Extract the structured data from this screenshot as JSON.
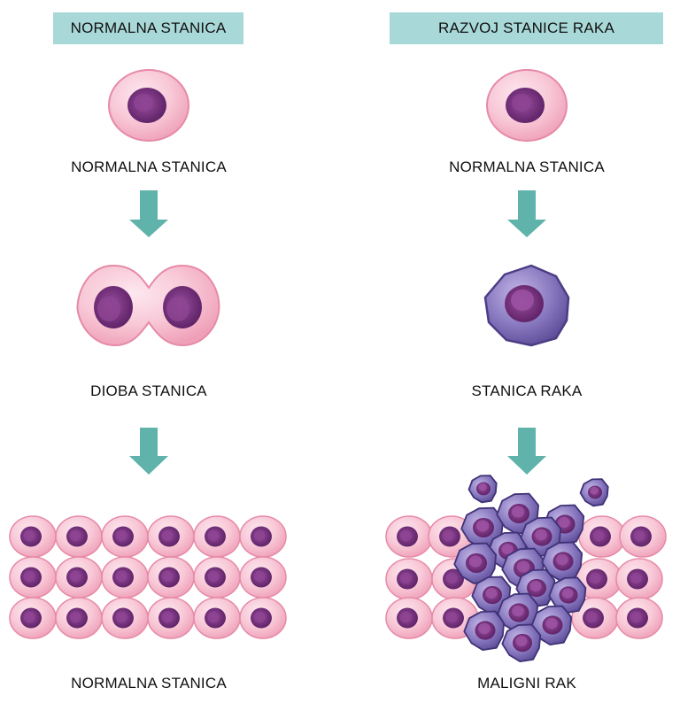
{
  "columns": {
    "left_title": "NORMALNA STANICA",
    "right_title": "RAZVOJ STANICE RAKA"
  },
  "labels": {
    "left_stage1": "NORMALNA STANICA",
    "left_stage2": "DIOBA STANICA",
    "left_stage3": "NORMALNA STANICA",
    "right_stage1": "NORMALNA STANICA",
    "right_stage2": "STANICA RAKA",
    "right_stage3": "MALIGNI RAK"
  },
  "colors": {
    "header_bg": "#a9d8d8",
    "arrow": "#5fb3ab",
    "normal_cell": "#f7c7d6",
    "normal_nucleus": "#6a2a70",
    "cancer_cell": "#7a68b0",
    "cancer_nucleus": "#5a2468"
  }
}
